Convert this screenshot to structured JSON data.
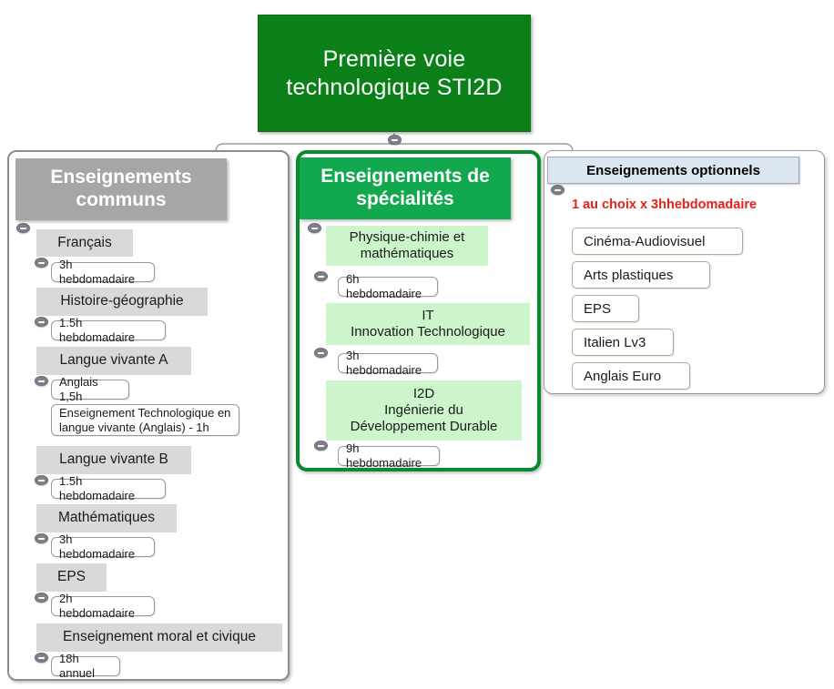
{
  "root": {
    "label": "Première\nvoie technologique\nSTI2D",
    "color": "#0c8018"
  },
  "branches": {
    "common": {
      "header": "Enseignements\ncommuns",
      "header_color": "#a6a6a6",
      "items": [
        {
          "subject": "Français",
          "detail": "3h hebdomadaire"
        },
        {
          "subject": "Histoire-géographie",
          "detail": "1.5h hebdomadaire"
        },
        {
          "subject": "Langue vivante A",
          "detail": "Anglais 1,5h",
          "detail2": "Enseignement Technologique en\nlangue vivante (Anglais) - 1h"
        },
        {
          "subject": "Langue vivante B",
          "detail": "1.5h hebdomadaire"
        },
        {
          "subject": "Mathématiques",
          "detail": "3h hebdomadaire"
        },
        {
          "subject": "EPS",
          "detail": "2h hebdomadaire"
        },
        {
          "subject": "Enseignement moral et civique",
          "detail": "18h annuel"
        }
      ]
    },
    "specialties": {
      "header": "Enseignements\nde spécialités",
      "header_color": "#12a84e",
      "chip_color": "#ccf5cc",
      "items": [
        {
          "subject": "Physique-chimie et\nmathématiques",
          "detail": "6h hebdomadaire"
        },
        {
          "subject": "IT\nInnovation Technologique",
          "detail": "3h hebdomadaire"
        },
        {
          "subject": "I2D\nIngénierie du\nDéveloppement Durable",
          "detail": "9h hebdomadaire"
        }
      ]
    },
    "optional": {
      "header": "Enseignements optionnels",
      "header_color": "#dce6f1",
      "note": "1 au choix x 3hhebdomadaire",
      "note_color": "#e8201a",
      "items": [
        "Cinéma-Audiovisuel",
        "Arts plastiques",
        "EPS",
        "Italien Lv3",
        "Anglais Euro"
      ]
    }
  }
}
